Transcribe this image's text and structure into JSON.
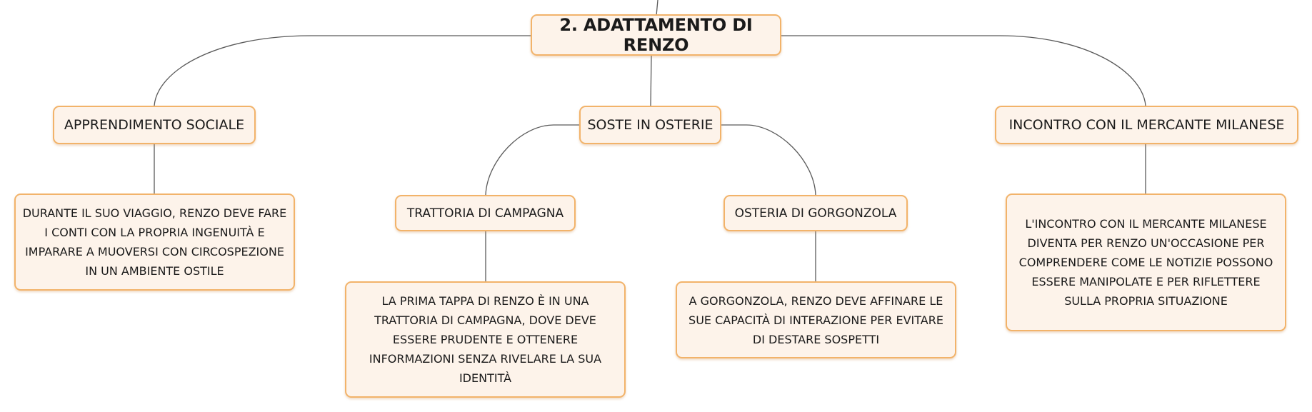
{
  "root": {
    "label": "2. ADATTAMENTO DI RENZO"
  },
  "topics": {
    "apprendimento": {
      "label": "APPRENDIMENTO SOCIALE",
      "detail": "DURANTE IL SUO VIAGGIO, RENZO DEVE FARE I CONTI CON LA PROPRIA INGENUITÀ E IMPARARE A MUOVERSI CON CIRCOSPEZIONE IN UN AMBIENTE OSTILE"
    },
    "soste": {
      "label": "SOSTE IN OSTERIE",
      "trattoria": {
        "label": "TRATTORIA DI CAMPAGNA",
        "detail": "LA PRIMA TAPPA DI RENZO È IN UNA TRATTORIA DI CAMPAGNA, DOVE DEVE ESSERE PRUDENTE E OTTENERE INFORMAZIONI SENZA RIVELARE LA SUA IDENTITÀ"
      },
      "osteria": {
        "label": "OSTERIA DI GORGONZOLA",
        "detail": "A GORGONZOLA, RENZO DEVE AFFINARE LE SUE CAPACITÀ DI INTERAZIONE PER EVITARE DI DESTARE SOSPETTI"
      }
    },
    "incontro": {
      "label": "INCONTRO CON IL MERCANTE MILANESE",
      "detail": "L'INCONTRO CON IL MERCANTE MILANESE DIVENTA PER RENZO UN'OCCASIONE PER COMPRENDERE COME LE NOTIZIE POSSONO ESSERE MANIPOLATE E PER RIFLETTERE SULLA PROPRIA SITUAZIONE"
    }
  }
}
